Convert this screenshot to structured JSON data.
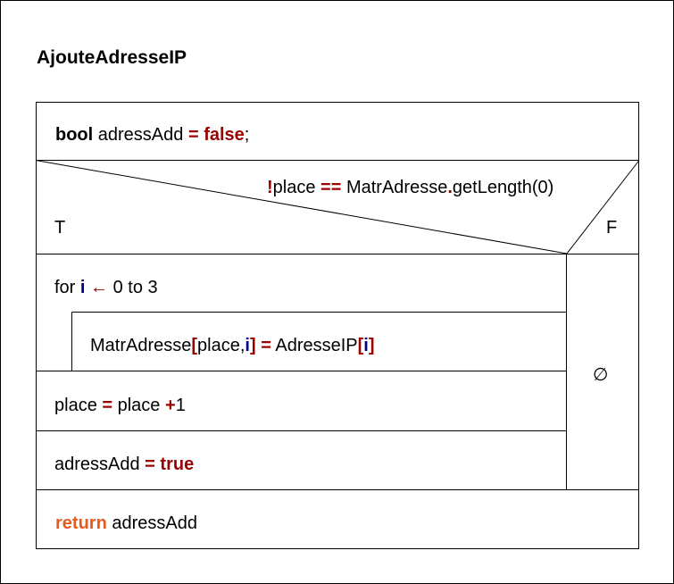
{
  "diagram": {
    "title": "AjouteAdresseIP",
    "decl": {
      "type_kw": "bool",
      "var": " adressAdd ",
      "eq": "=",
      "value": "false",
      "semi": ";"
    },
    "condition": {
      "not": "!",
      "left": "place ",
      "op": "==",
      "right": " MatrAdresse",
      "dot": ".",
      "call": "getLength(0)",
      "true_label": "T",
      "false_label": "F"
    },
    "loop": {
      "kw_for": "for ",
      "var": "i",
      "arrow": " ← ",
      "range": "0 to 3"
    },
    "loop_body": {
      "array": "MatrAdresse",
      "lb": "[",
      "idx1": "place,",
      "idx2": "i",
      "rb": "]",
      "eq": "=",
      "src": "AdresseIP",
      "lb2": "[",
      "idx3": "i",
      "rb2": "]"
    },
    "increment": {
      "left": "place ",
      "eq": "=",
      "right": " place ",
      "plus": "+",
      "val": "1"
    },
    "assign": {
      "left": "adressAdd ",
      "eq": "=",
      "value": "true"
    },
    "empty_branch": "∅",
    "ret": {
      "kw": "return",
      "val": " adressAdd"
    }
  }
}
